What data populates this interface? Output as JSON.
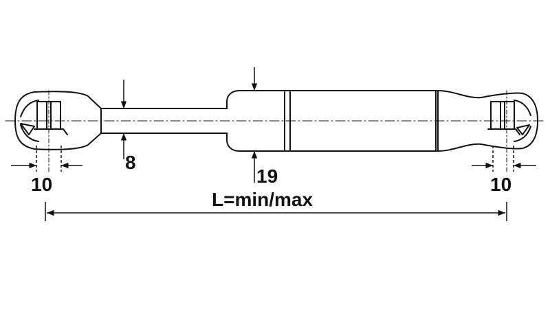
{
  "drawing": {
    "left_end_width": "10",
    "rod_diameter": "8",
    "cylinder_diameter": "19",
    "right_end_width": "10",
    "overall_length": "L=min/max"
  },
  "colors": {
    "line": "#111111",
    "background": "#ffffff"
  }
}
